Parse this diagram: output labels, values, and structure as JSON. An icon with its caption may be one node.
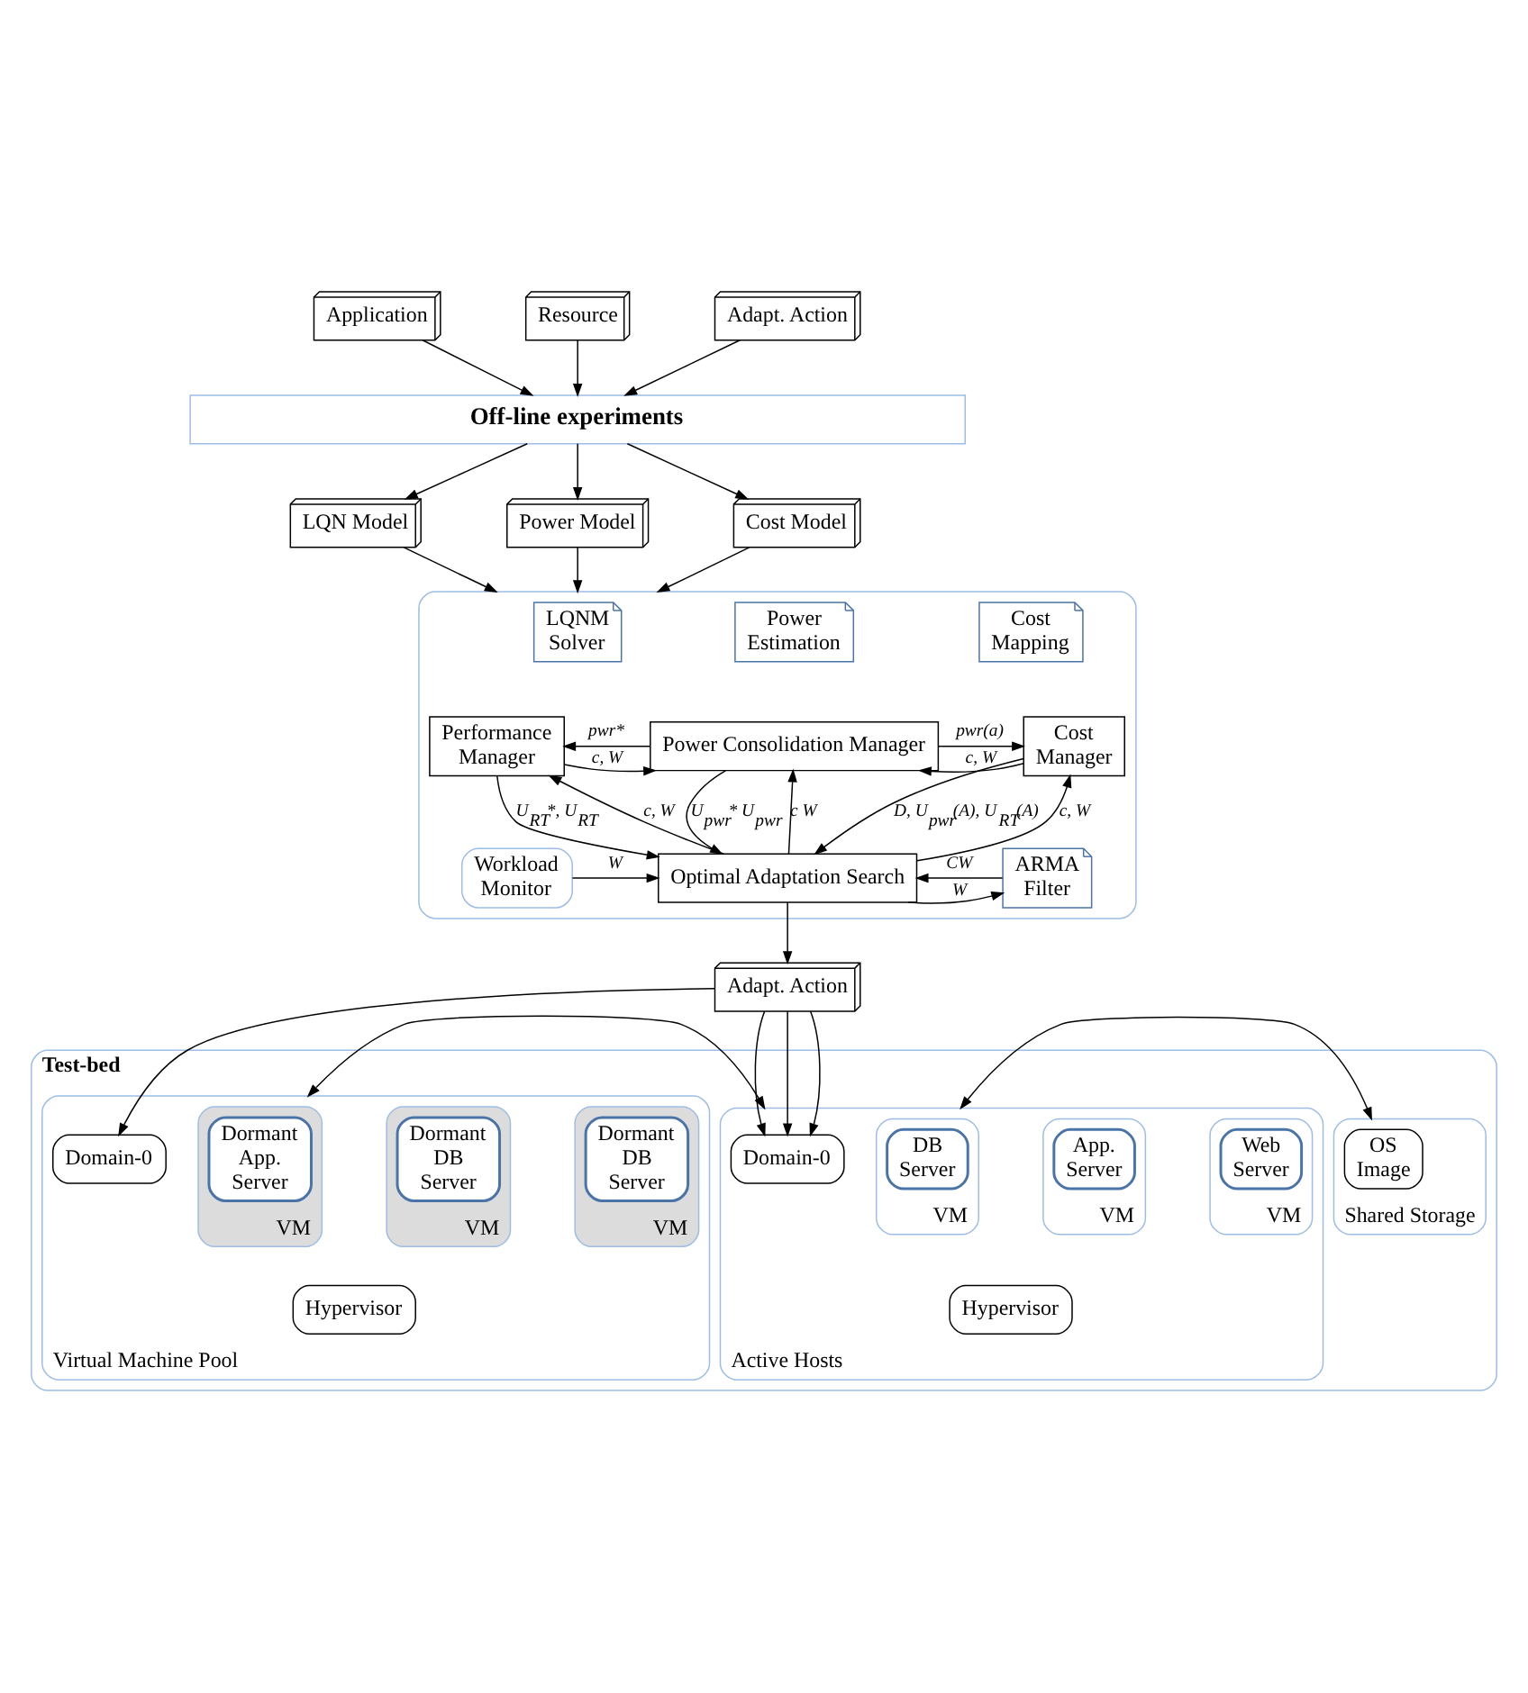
{
  "diagram": {
    "nodes": [
      {
        "text": [
          "Application"
        ]
      },
      {
        "text": [
          "Resource"
        ]
      },
      {
        "text": [
          "Adapt. Action"
        ]
      },
      {
        "text": [
          "Off-line experiments"
        ]
      },
      {
        "text": [
          "LQN Model"
        ]
      },
      {
        "text": [
          "Power Model"
        ]
      },
      {
        "text": [
          "Cost Model"
        ]
      },
      {
        "text": [],
        "shape": "box"
      },
      {
        "text": [
          "LQNM Solver"
        ],
        "in": 7
      },
      {
        "text": [
          "Power Estimation"
        ],
        "in": 7
      },
      {
        "text": [
          "Cost Mapping"
        ],
        "in": 7
      },
      {
        "text": [
          "Performance Manager"
        ],
        "in": 7
      },
      {
        "text": [
          "Power Consolidation Manager"
        ],
        "in": 7
      },
      {
        "text": [
          "Cost Manager"
        ],
        "in": 7
      },
      {
        "text": [
          "ARMA Filter"
        ],
        "in": 7
      },
      {
        "text": [
          "Optimal Adaptation Search"
        ],
        "in": 7
      },
      {
        "text": [
          "Workload Monitor"
        ],
        "in": 7
      },
      {
        "text": [
          "Adapt. Action"
        ]
      },
      {
        "text": [
          "Test-bed"
        ]
      },
      {
        "text": [
          "Virtual Machine Pool"
        ],
        "in": 18
      },
      {
        "text": [
          "Domain-0"
        ],
        "in": 19
      },
      {
        "text": [
          "VM"
        ],
        "in": 19
      },
      {
        "text": [
          "Dormant DB Server"
        ],
        "in": 21
      },
      {
        "text": [
          "VM"
        ],
        "in": 19
      },
      {
        "text": [
          "Dormant DB Server"
        ],
        "in": 23
      },
      {
        "text": [
          "VM"
        ],
        "in": 19
      },
      {
        "text": [
          "Dormant App. Server"
        ],
        "in": 25
      },
      {
        "text": [
          "Hypervisor"
        ],
        "in": 19
      },
      {
        "text": [
          "Active Hosts"
        ],
        "in": 18
      },
      {
        "text": [
          "Domain-0"
        ],
        "in": 28
      },
      {
        "text": [
          "VM"
        ],
        "in": 28
      },
      {
        "text": [
          "Web Server"
        ],
        "in": 30
      },
      {
        "text": [
          "VM"
        ],
        "in": 28
      },
      {
        "text": [
          "App. Server"
        ],
        "in": 32
      },
      {
        "text": [
          "VM"
        ],
        "in": 28
      },
      {
        "text": [
          "DB Server"
        ],
        "in": 34
      },
      {
        "text": [
          "Hypervisor"
        ],
        "in": 28
      },
      {
        "text": [
          "Shared Storage"
        ],
        "in": 18
      },
      {
        "text": [
          "OS Image"
        ],
        "in": 37
      }
    ],
    "edges": [
      {
        "from": 0,
        "to": 3,
        "arrow": "to"
      },
      {
        "from": 1,
        "to": 3,
        "arrow": "to"
      },
      {
        "from": 2,
        "to": 3,
        "arrow": "to"
      },
      {
        "from": 3,
        "to": 4,
        "arrow": "to"
      },
      {
        "from": 3,
        "to": 5,
        "arrow": "to"
      },
      {
        "from": 3,
        "to": 6,
        "arrow": "to"
      },
      {
        "from": 4,
        "to": 7,
        "arrow": "to"
      },
      {
        "from": 5,
        "to": 7,
        "arrow": "to"
      },
      {
        "from": 6,
        "to": 7,
        "arrow": "to"
      },
      {
        "from": 12,
        "to": 11,
        "arrow": "to",
        "label": "pwr*"
      },
      {
        "from": 11,
        "to": 12,
        "arrow": "to",
        "label": "c, W"
      },
      {
        "from": 12,
        "to": 13,
        "arrow": "to",
        "label": "pwr(a)"
      },
      {
        "from": 13,
        "to": 12,
        "arrow": "to",
        "label": "c, W"
      },
      {
        "from": 15,
        "to": 11,
        "arrow": "to",
        "label": "c, W"
      },
      {
        "from": 11,
        "to": 15,
        "arrow": "to",
        "label": "U$_{RT}$*, U$_{RT}$"
      },
      {
        "from": 15,
        "to": 12,
        "arrow": "to",
        "label": "c W"
      },
      {
        "from": 12,
        "to": 15,
        "arrow": "to",
        "label": "U$_{pwr}$* U$_{pwr}$"
      },
      {
        "from": 13,
        "to": 15,
        "arrow": "to",
        "label": "D, U$_{pwr}$(A), U$_{RT}$(A)"
      },
      {
        "from": 15,
        "to": 13,
        "arrow": "to",
        "label": "c, W"
      },
      {
        "from": 14,
        "to": 15,
        "arrow": "to",
        "label": "CW"
      },
      {
        "from": 15,
        "to": 14,
        "arrow": "to",
        "label": "W"
      },
      {
        "from": 16,
        "to": 15,
        "arrow": "to",
        "label": "W"
      },
      {
        "from": 15,
        "to": 17,
        "arrow": "to"
      },
      {
        "from": 17,
        "to": 20,
        "arrow": "to"
      },
      {
        "from": 17,
        "to": 29,
        "arrow": "to"
      },
      {
        "from": 17,
        "to": 29,
        "arrow": "to"
      },
      {
        "from": 17,
        "to": 29,
        "arrow": "to"
      },
      {
        "from": 19,
        "to": 28,
        "arrow": "both"
      },
      {
        "from": 28,
        "to": 37,
        "arrow": "both"
      }
    ]
  }
}
